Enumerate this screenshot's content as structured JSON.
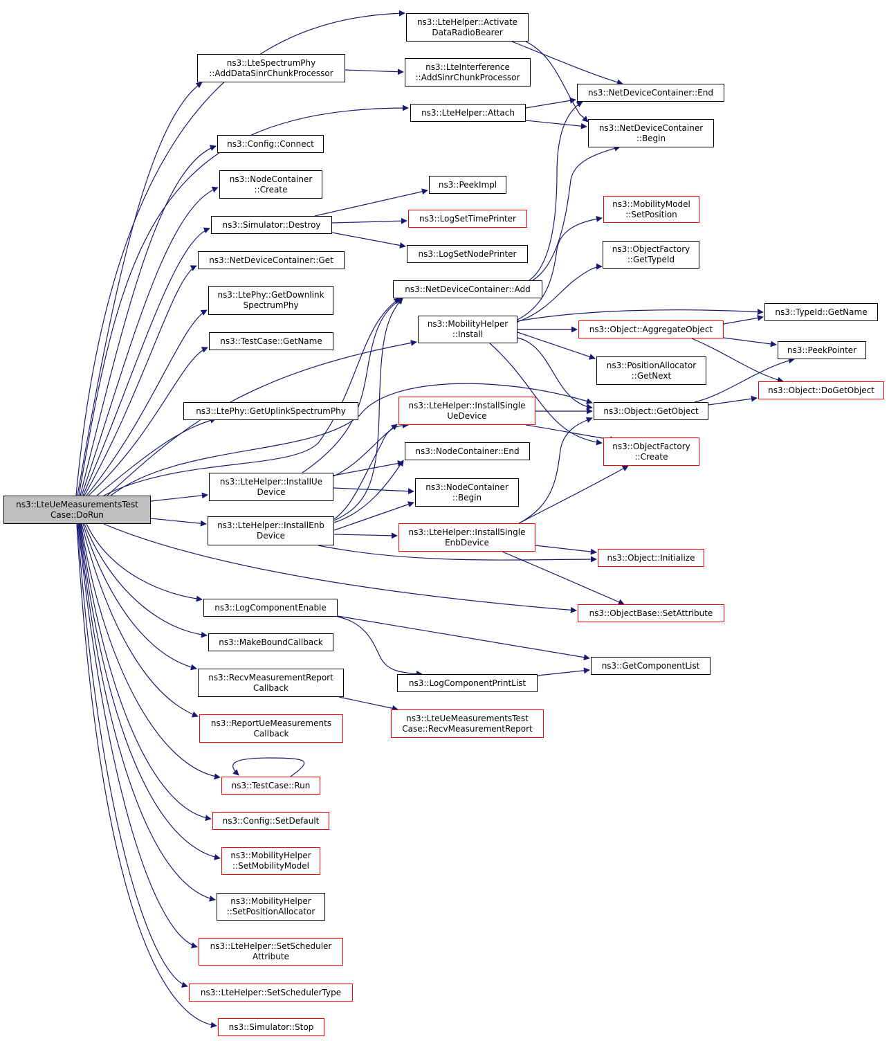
{
  "graph": {
    "edge_color": "#191970",
    "node_border_normal": "#000000",
    "node_border_undocumented": "#ff0000",
    "root_fill": "#bfbfbf",
    "root": {
      "label": "ns3::LteUeMeasurementsTest\nCase::DoRun"
    },
    "nodes": {
      "activate": {
        "label": "ns3::LteHelper::Activate\nDataRadioBearer"
      },
      "add_sinr_chunk": {
        "label": "ns3::LteSpectrumPhy\n::AddDataSinrChunkProcessor"
      },
      "interf_add_sinr": {
        "label": "ns3::LteInterference\n::AddSinrChunkProcessor"
      },
      "ndc_end": {
        "label": "ns3::NetDeviceContainer::End"
      },
      "attach": {
        "label": "ns3::LteHelper::Attach"
      },
      "ndc_begin": {
        "label": "ns3::NetDeviceContainer\n::Begin"
      },
      "config_connect": {
        "label": "ns3::Config::Connect"
      },
      "nc_create": {
        "label": "ns3::NodeContainer\n::Create"
      },
      "peek_impl": {
        "label": "ns3::PeekImpl"
      },
      "sim_destroy": {
        "label": "ns3::Simulator::Destroy"
      },
      "log_time_printer": {
        "label": "ns3::LogSetTimePrinter"
      },
      "log_node_printer": {
        "label": "ns3::LogSetNodePrinter"
      },
      "mm_set_position": {
        "label": "ns3::MobilityModel\n::SetPosition"
      },
      "ndc_get": {
        "label": "ns3::NetDeviceContainer::Get"
      },
      "of_get_typeid": {
        "label": "ns3::ObjectFactory\n::GetTypeId"
      },
      "ndc_add": {
        "label": "ns3::NetDeviceContainer::Add"
      },
      "get_downlink_phy": {
        "label": "ns3::LtePhy::GetDownlink\nSpectrumPhy"
      },
      "mh_install": {
        "label": "ns3::MobilityHelper\n::Install"
      },
      "typeid_getname": {
        "label": "ns3::TypeId::GetName"
      },
      "aggregate_object": {
        "label": "ns3::Object::AggregateObject"
      },
      "tc_getname": {
        "label": "ns3::TestCase::GetName"
      },
      "peek_pointer": {
        "label": "ns3::PeekPointer"
      },
      "pa_getnext": {
        "label": "ns3::PositionAllocator\n::GetNext"
      },
      "do_get_object": {
        "label": "ns3::Object::DoGetObject"
      },
      "install_single_ue": {
        "label": "ns3::LteHelper::InstallSingle\nUeDevice"
      },
      "get_uplink_phy": {
        "label": "ns3::LtePhy::GetUplinkSpectrumPhy"
      },
      "get_object": {
        "label": "ns3::Object::GetObject"
      },
      "of_create": {
        "label": "ns3::ObjectFactory\n::Create"
      },
      "nc_end": {
        "label": "ns3::NodeContainer::End"
      },
      "install_ue": {
        "label": "ns3::LteHelper::InstallUe\nDevice"
      },
      "nc_begin": {
        "label": "ns3::NodeContainer\n::Begin"
      },
      "install_enb": {
        "label": "ns3::LteHelper::InstallEnb\nDevice"
      },
      "install_single_enb": {
        "label": "ns3::LteHelper::InstallSingle\nEnbDevice"
      },
      "obj_initialize": {
        "label": "ns3::Object::Initialize"
      },
      "log_enable": {
        "label": "ns3::LogComponentEnable"
      },
      "set_attribute": {
        "label": "ns3::ObjectBase::SetAttribute"
      },
      "make_bound_cb": {
        "label": "ns3::MakeBoundCallback"
      },
      "get_component_list": {
        "label": "ns3::GetComponentList"
      },
      "recv_meas_cb": {
        "label": "ns3::RecvMeasurementReport\nCallback"
      },
      "log_print_list": {
        "label": "ns3::LogComponentPrintList"
      },
      "test_recv_report": {
        "label": "ns3::LteUeMeasurementsTest\nCase::RecvMeasurementReport"
      },
      "report_ue_meas_cb": {
        "label": "ns3::ReportUeMeasurements\nCallback"
      },
      "tc_run": {
        "label": "ns3::TestCase::Run"
      },
      "config_set_default": {
        "label": "ns3::Config::SetDefault"
      },
      "mh_set_mobility": {
        "label": "ns3::MobilityHelper\n::SetMobilityModel"
      },
      "mh_set_pos_alloc": {
        "label": "ns3::MobilityHelper\n::SetPositionAllocator"
      },
      "set_sched_attr": {
        "label": "ns3::LteHelper::SetScheduler\nAttribute"
      },
      "set_sched_type": {
        "label": "ns3::LteHelper::SetSchedulerType"
      },
      "sim_stop": {
        "label": "ns3::Simulator::Stop"
      }
    }
  }
}
